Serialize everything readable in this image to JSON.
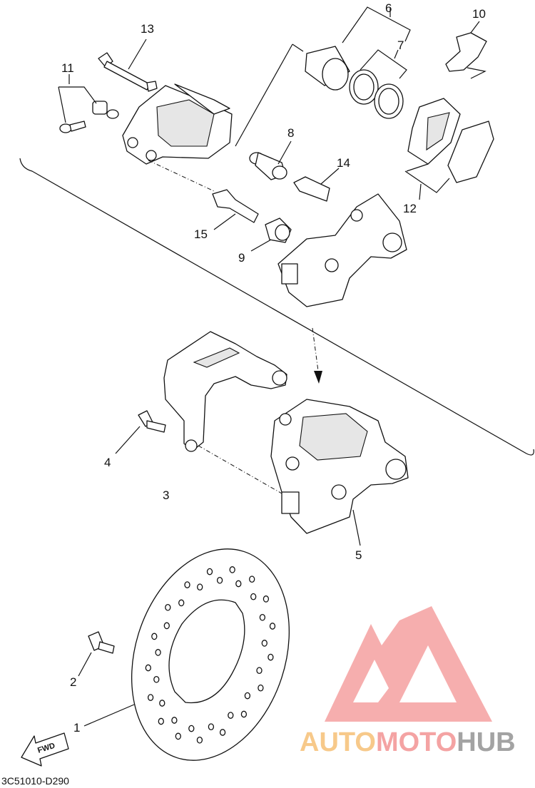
{
  "diagram_code": "3C51010-D290",
  "fwd_label": "FWD",
  "callouts": {
    "c1": "1",
    "c2": "2",
    "c3": "3",
    "c4": "4",
    "c5": "5",
    "c6": "6",
    "c7": "7",
    "c8": "8",
    "c9": "9",
    "c10": "10",
    "c11": "11",
    "c12": "12",
    "c13": "13",
    "c14": "14",
    "c15": "15"
  },
  "watermark": {
    "auto": "AUTO",
    "moto": "MOTO",
    "hub": "HUB",
    "colors": {
      "auto": "#f7c98a",
      "moto": "#f4a3a3",
      "hub": "#a3a3a3",
      "logo": "#f5a0a0"
    }
  }
}
